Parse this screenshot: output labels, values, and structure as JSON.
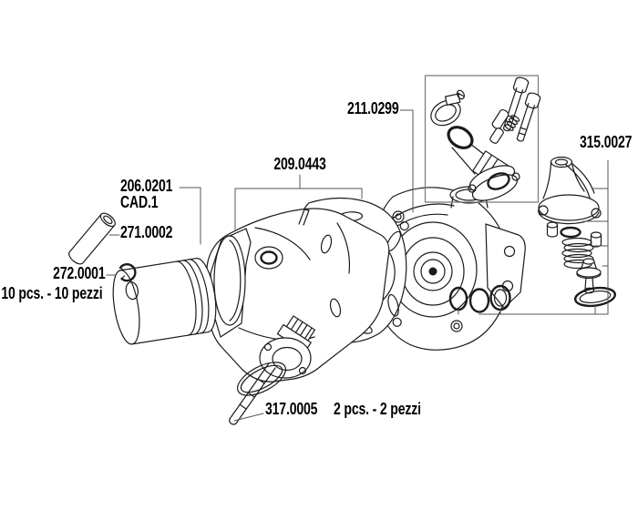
{
  "diagram_type": "exploded-parts-diagram",
  "colors": {
    "background": "#ffffff",
    "line": "#1b1b1b",
    "text": "#000000",
    "leader": "#555555"
  },
  "parts": [
    {
      "number": "206.0201",
      "note": "CAD.1"
    },
    {
      "number": "209.0443"
    },
    {
      "number": "211.0299"
    },
    {
      "number": "271.0002"
    },
    {
      "number": "272.0001",
      "qty": "10 pcs. - 10 pezzi"
    },
    {
      "number": "315.0027"
    },
    {
      "number": "317.0005",
      "qty": "2 pcs. - 2 pezzi"
    }
  ]
}
